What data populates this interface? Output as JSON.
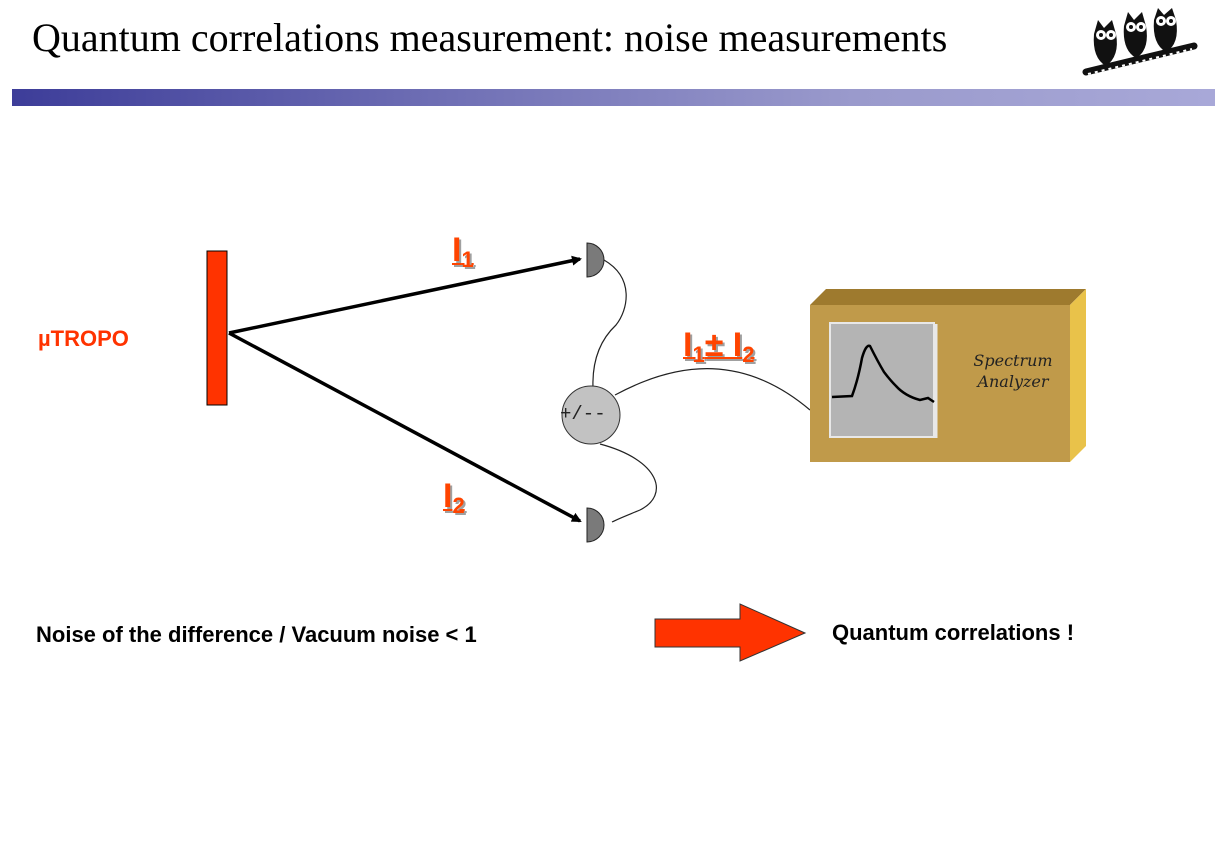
{
  "title": "Quantum correlations measurement: noise measurements",
  "logo": {
    "icon": "owls-logo"
  },
  "diagram": {
    "source_label": "µTROPO",
    "beam1": {
      "main": "I",
      "sub": "1"
    },
    "beam2": {
      "main": "I",
      "sub": "2"
    },
    "combined": {
      "main1": "I",
      "sub1": "1",
      "op": "± I",
      "sub2": "2"
    },
    "mixer_label": "+/--",
    "analyzer_label_line1": "Spectrum",
    "analyzer_label_line2": "Analyzer"
  },
  "statement": "Noise of the difference / Vacuum noise < 1",
  "conclusion": "Quantum correlations !",
  "colors": {
    "accent": "#ff3300",
    "title_bar_start": "#3d3d99",
    "title_bar_end": "#a8a8d8",
    "analyzer_body": "#c09a4a",
    "screen": "#b4b4b4"
  }
}
